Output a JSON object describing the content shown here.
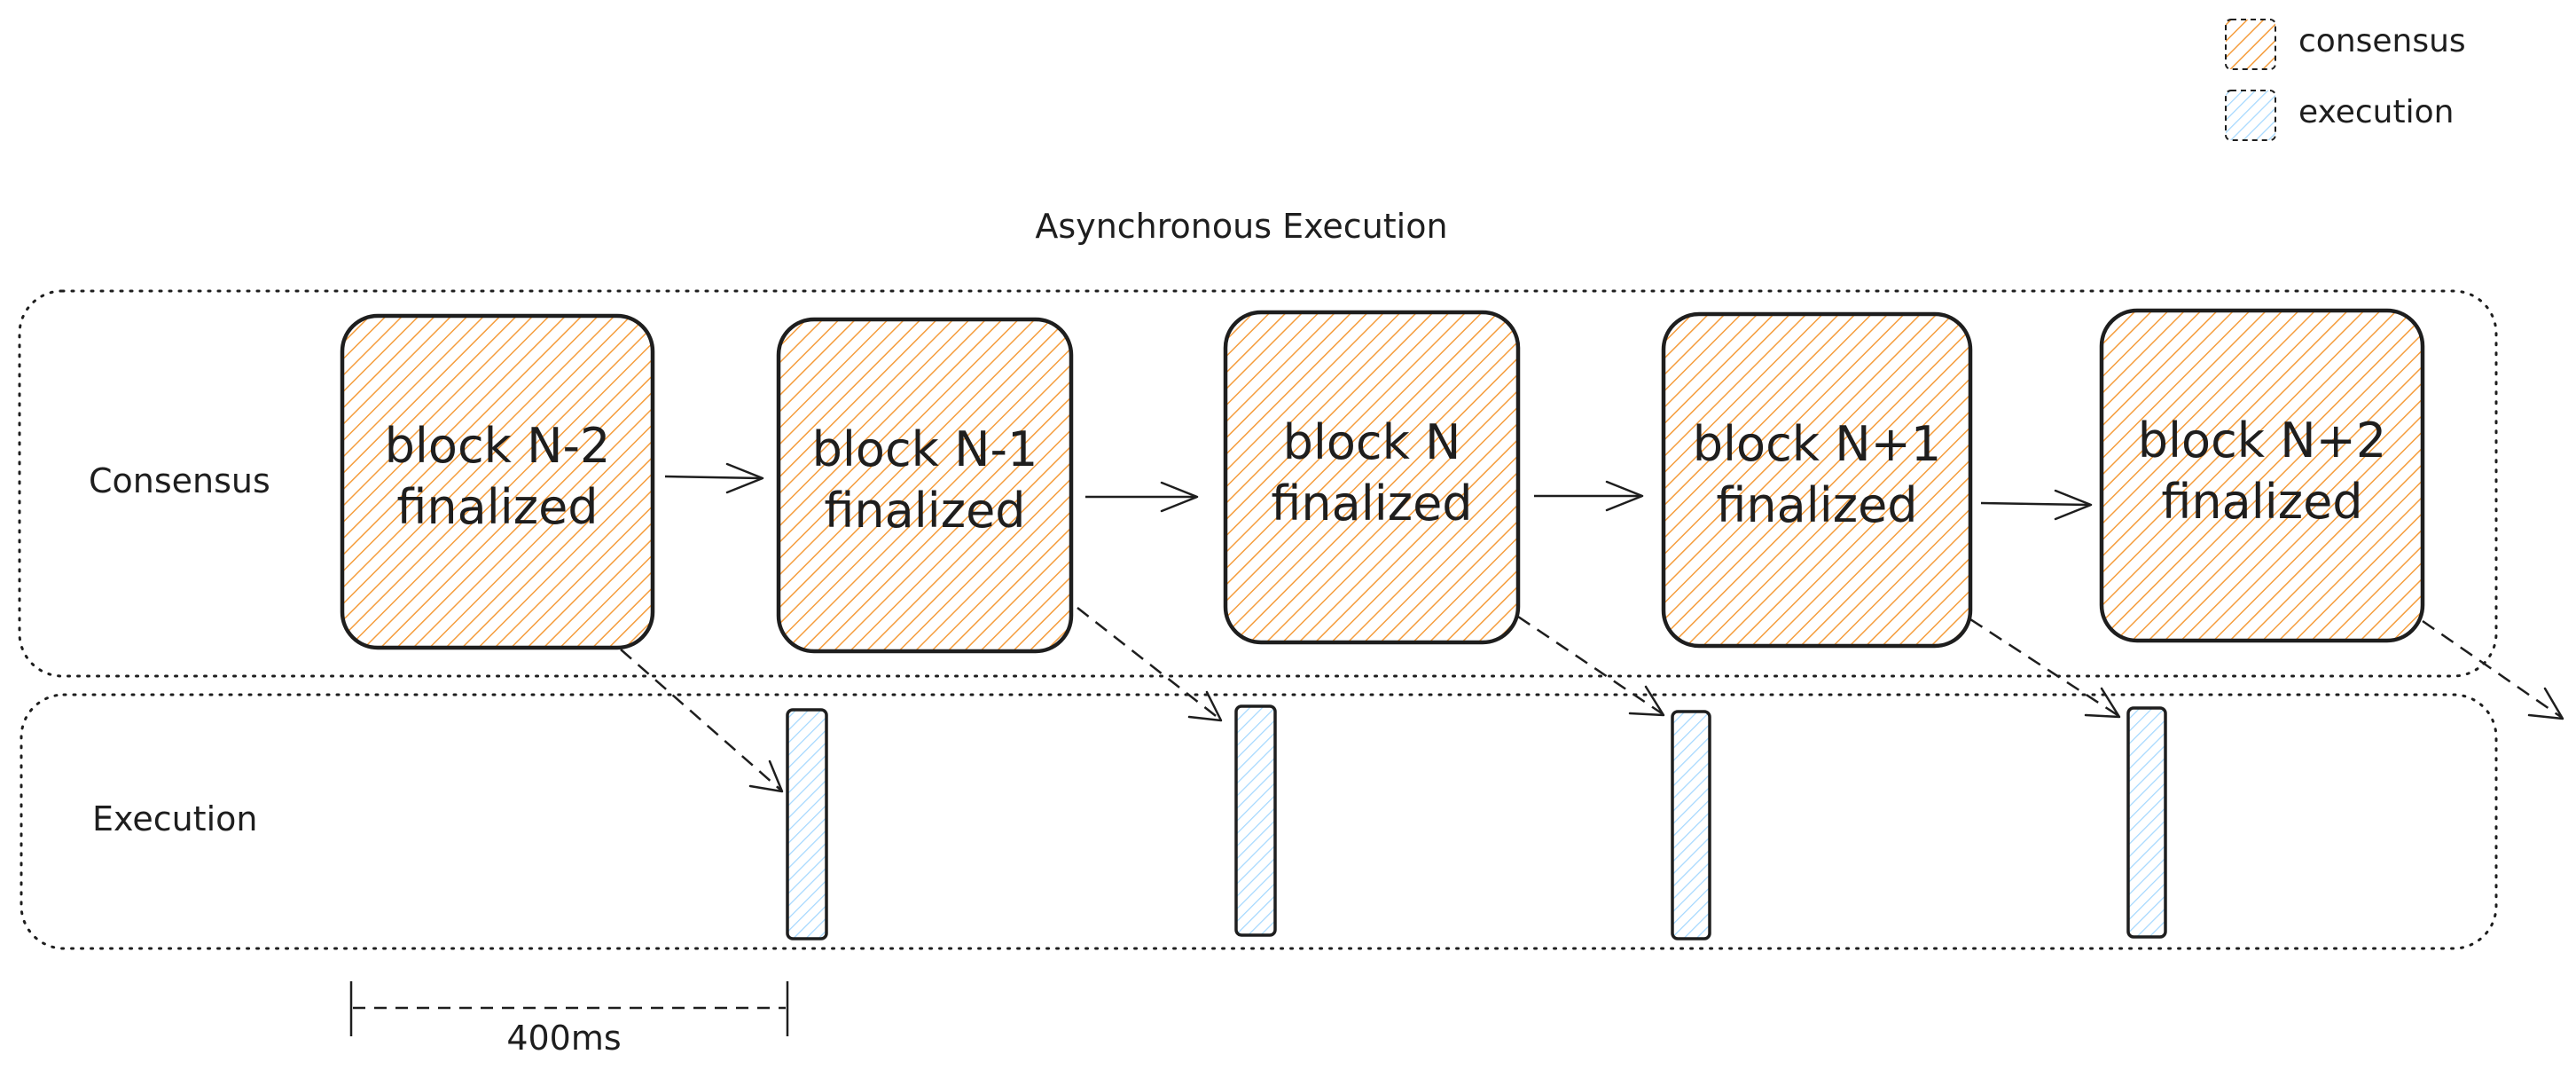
{
  "title": "Asynchronous Execution",
  "legend": [
    {
      "label": "consensus",
      "color": "#f59d3d"
    },
    {
      "label": "execution",
      "color": "#a5d8ff"
    }
  ],
  "lanes": {
    "consensus": "Consensus",
    "execution": "Execution"
  },
  "blocks": [
    {
      "line1": "block N-2",
      "line2": "finalized"
    },
    {
      "line1": "block N-1",
      "line2": "finalized"
    },
    {
      "line1": "block N",
      "line2": "finalized"
    },
    {
      "line1": "block N+1",
      "line2": "finalized"
    },
    {
      "line1": "block N+2",
      "line2": "finalized"
    }
  ],
  "scale": {
    "label": "400ms"
  },
  "colors": {
    "consensus_fill": "#f59d3d",
    "execution_fill": "#a5d8ff",
    "stroke": "#1e1e1e"
  }
}
